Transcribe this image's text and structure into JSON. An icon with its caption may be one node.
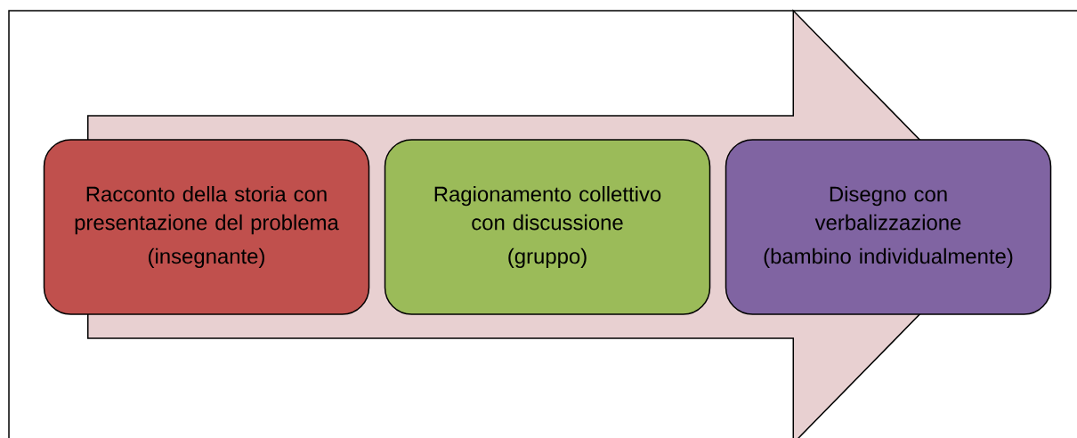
{
  "diagram": {
    "nodes": [
      {
        "text": [
          "Racconto della storia con presentazione del problema",
          "(insegnante)"
        ]
      },
      {
        "text": [
          "Ragionamento collettivo con discussione",
          "(gruppo)"
        ]
      },
      {
        "text": [
          "Disegno con verbalizzazione",
          "(bambino individualmente)"
        ]
      }
    ],
    "edges": [
      {
        "from": 0,
        "to": 2,
        "arrow": "to"
      }
    ]
  }
}
